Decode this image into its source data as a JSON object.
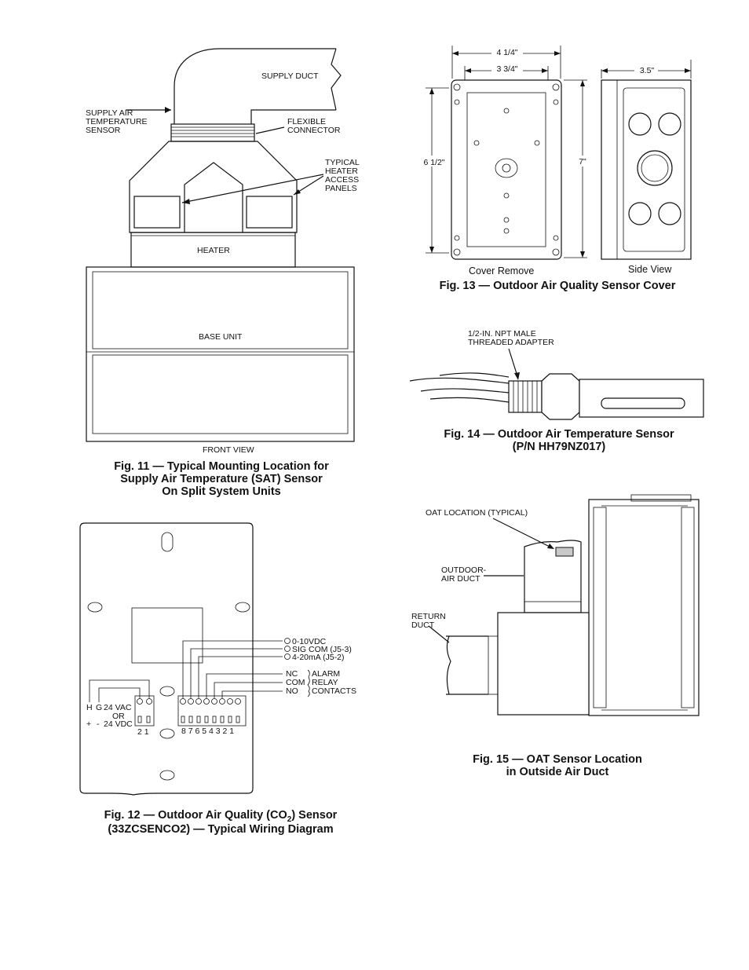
{
  "fig11": {
    "label_supply_duct": "SUPPLY DUCT",
    "label_sat_1": "SUPPLY AIR",
    "label_sat_2": "TEMPERATURE",
    "label_sat_3": "SENSOR",
    "label_flex_1": "FLEXIBLE",
    "label_flex_2": "CONNECTOR",
    "label_panels_1": "TYPICAL",
    "label_panels_2": "HEATER",
    "label_panels_3": "ACCESS",
    "label_panels_4": "PANELS",
    "label_heater": "HEATER",
    "label_base": "BASE UNIT",
    "label_view": "FRONT VIEW",
    "caption_1": "Fig. 11 — Typical Mounting Location for",
    "caption_2": "Supply Air Temperature (SAT) Sensor",
    "caption_3": "On Split System Units"
  },
  "fig12": {
    "label_010": "0-10VDC",
    "label_sigcom": "SIG COM (J5-3)",
    "label_420": "4-20mA (J5-2)",
    "label_nc": "NC",
    "label_com": "COM",
    "label_no": "NO",
    "label_alarm": "ALARM",
    "label_relay": "RELAY",
    "label_contacts": "CONTACTS",
    "label_h": "H",
    "label_g": "G",
    "label_24vac": "24 VAC",
    "label_or": "OR",
    "label_24vdc": "24 VDC",
    "label_plus": "+",
    "label_minus": "-",
    "label_t21": "2 1",
    "label_t8": "8 7 6 5 4 3 2 1",
    "caption_1a": "Fig. 12 — Outdoor Air Quality (CO",
    "caption_1sub": "2",
    "caption_1b": ") Sensor",
    "caption_2": "(33ZCSENCO2) — Typical Wiring Diagram"
  },
  "fig13": {
    "dim_width_outer": "4 1/4\"",
    "dim_width_inner": "3 3/4\"",
    "dim_height_inner": "6 1/2\"",
    "dim_height_outer": "7\"",
    "dim_depth": "3.5\"",
    "label_cover": "Cover Remove",
    "label_side": "Side View",
    "caption": "Fig. 13 — Outdoor Air Quality Sensor Cover"
  },
  "fig14": {
    "label_adapter_1": "1/2-IN. NPT MALE",
    "label_adapter_2": "THREADED ADAPTER",
    "caption_1": "Fig. 14 — Outdoor Air Temperature Sensor",
    "caption_2": "(P/N HH79NZ017)"
  },
  "fig15": {
    "label_oat": "OAT LOCATION (TYPICAL)",
    "label_oad_1": "OUTDOOR-",
    "label_oad_2": "AIR DUCT",
    "label_ret_1": "RETURN",
    "label_ret_2": "DUCT",
    "caption_1": "Fig. 15 — OAT Sensor Location",
    "caption_2": "in Outside Air Duct"
  }
}
